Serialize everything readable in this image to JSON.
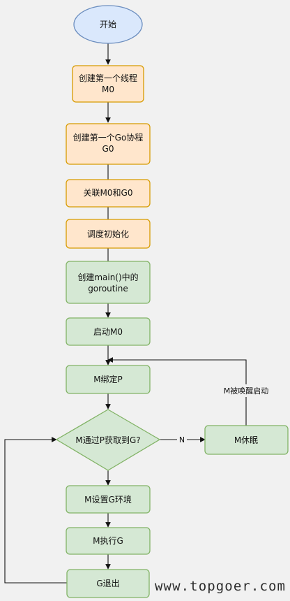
{
  "colors": {
    "background": "#f1f1f1",
    "start_fill": "#dae8fc",
    "start_stroke": "#6c8ebf",
    "orange_fill": "#ffe6cc",
    "orange_stroke": "#d79b00",
    "green_fill": "#d5e8d4",
    "green_stroke": "#82b366",
    "edge": "#111111"
  },
  "nodes": {
    "start": "开始",
    "create_thread": [
      "创建第一个线程",
      "M0"
    ],
    "create_goroutine": [
      "创建第一个Go协程",
      "G0"
    ],
    "link": "关联M0和G0",
    "schedule_init": "调度初始化",
    "create_main": [
      "创建main()中的",
      "goroutine"
    ],
    "start_m0": "启动M0",
    "bind_p": "M绑定P",
    "decision": "M通过P获取到G?",
    "sleep": "M休眠",
    "setup_env": "M设置G环境",
    "execute": "M执行G",
    "exit": "G退出"
  },
  "edges": {
    "no_label": "N",
    "wake_label": "M被唤醒启动"
  },
  "watermark": "www.topgoer.com"
}
